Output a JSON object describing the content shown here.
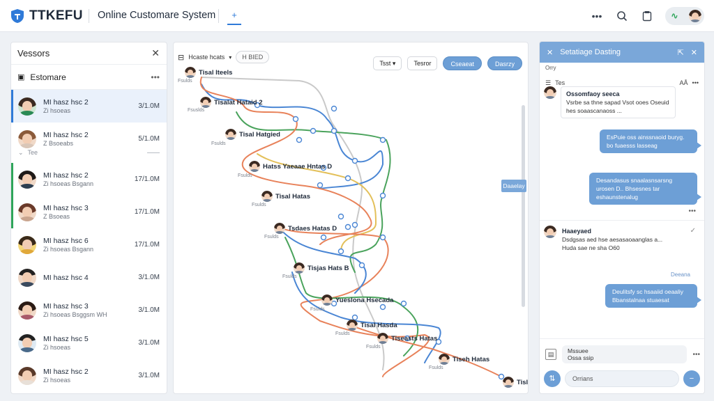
{
  "brand": {
    "name": "TTKEFU",
    "logo_icon": "shield-logo-icon",
    "accent": "#2f7ad8"
  },
  "app_title": "Online Customare System",
  "top_tab": "+",
  "top_icons": [
    "more-dots-icon",
    "search-icon",
    "clipboard-icon",
    "voice-wave-icon",
    "user-avatar"
  ],
  "left_panel": {
    "title": "Vessors",
    "section": "Estomare",
    "divider_label": "Tee",
    "rows": [
      {
        "name": "MI hasz hsc 2",
        "sub": "Zi hsoeas",
        "time": "3/1.0M"
      },
      {
        "name": "MI hasz hsc 2",
        "sub": "Z Bsoeabs",
        "time": "5/1.0M"
      },
      {
        "name": "MI hasz hsc 2",
        "sub": "Zi hsoeas   Bsgann",
        "time": "17/1.0M"
      },
      {
        "name": "MI hasz hsc 3",
        "sub": "Z Bsoeas",
        "time": "17/1.0M"
      },
      {
        "name": "MI hasz hsc 6",
        "sub": "Zi hsoeas   Bsgann",
        "time": "17/1.0M"
      },
      {
        "name": "MI hasz hsc 4",
        "sub": "",
        "time": "3/1.0M"
      },
      {
        "name": "MI hasz hsc 3",
        "sub": "Zi hsoeas   Bsggsm WH",
        "time": "3/1.0M"
      },
      {
        "name": "MI hasz hsc 5",
        "sub": "Zi hsoeas",
        "time": "3/1.0M"
      },
      {
        "name": "MI hasz hsc 2",
        "sub": "Zi hsoeas",
        "time": "3/1.0M"
      }
    ]
  },
  "canvas": {
    "filter_label": "Hcaste hcats",
    "chip": "H BIED",
    "buttons": {
      "select": "Tsst",
      "normal": "Tesror",
      "primary1": "Cseaeat",
      "primary2": "Dasrzy"
    },
    "side_tag": "Daaelay",
    "nodes": [
      {
        "label": "Tisal lteels",
        "sub": "Fsulds"
      },
      {
        "label": "Tisalat Hataid 2",
        "sub": "Fsuslds"
      },
      {
        "label": "Tisal Hatgied",
        "sub": "Fsulds"
      },
      {
        "label": "Hatss Yaeaae Hntas D",
        "sub": "Fsulds"
      },
      {
        "label": "Tisal Hatas",
        "sub": "Fsulds"
      },
      {
        "label": "Tsdaes Hatas D",
        "sub": "Fsulds"
      },
      {
        "label": "Tisjas Hats B",
        "sub": "Fsulds"
      },
      {
        "label": "Yueslona Hsecada",
        "sub": "Fsulds"
      },
      {
        "label": "Tisal Hasda",
        "sub": "Fsulds"
      },
      {
        "label": "Tiseasts Hatas",
        "sub": "Fsulds"
      },
      {
        "label": "Tiseh Hatas",
        "sub": "Fsulds"
      },
      {
        "label": "Tislas",
        "sub": ""
      }
    ],
    "line_colors": [
      "#e8825a",
      "#4aa35c",
      "#4a86d4",
      "#e3c05a",
      "#b8b8b8"
    ]
  },
  "right_panel": {
    "title": "Setatiage Dasting",
    "sub": "Orry",
    "sub2_left": "Tes",
    "sub2_right": "AÅ",
    "messages": [
      {
        "dir": "in",
        "name": "Ossomfaoy seeca",
        "text": "Vsrbe sa thne sapad Vsot ooes Oseuid hes soaascanaoss ..."
      },
      {
        "dir": "out",
        "text": "EsPuie oss ainssnaoid buryg. bo fuaesss lasseag"
      },
      {
        "dir": "out",
        "text": "Desandasus snaalasnsarsng urosen D.. Bhsesnes tar eshaunstenalug"
      },
      {
        "dir": "in",
        "name": "Haaeyaed",
        "text": "Dsdgsas aed hse aesasaoaanglas a... Huda sae ne sha O60"
      },
      {
        "dir": "out",
        "text": "Deulitsfy sc hsaaiid oeaaliy Bbanstalnaa stuaesat"
      }
    ],
    "label_between": "Deeana",
    "attachment": {
      "line1": "Mssuee",
      "line2": "Ossa ssip"
    },
    "composer_placeholder": "Orrians",
    "bubble_color": "#6d9fd6"
  }
}
